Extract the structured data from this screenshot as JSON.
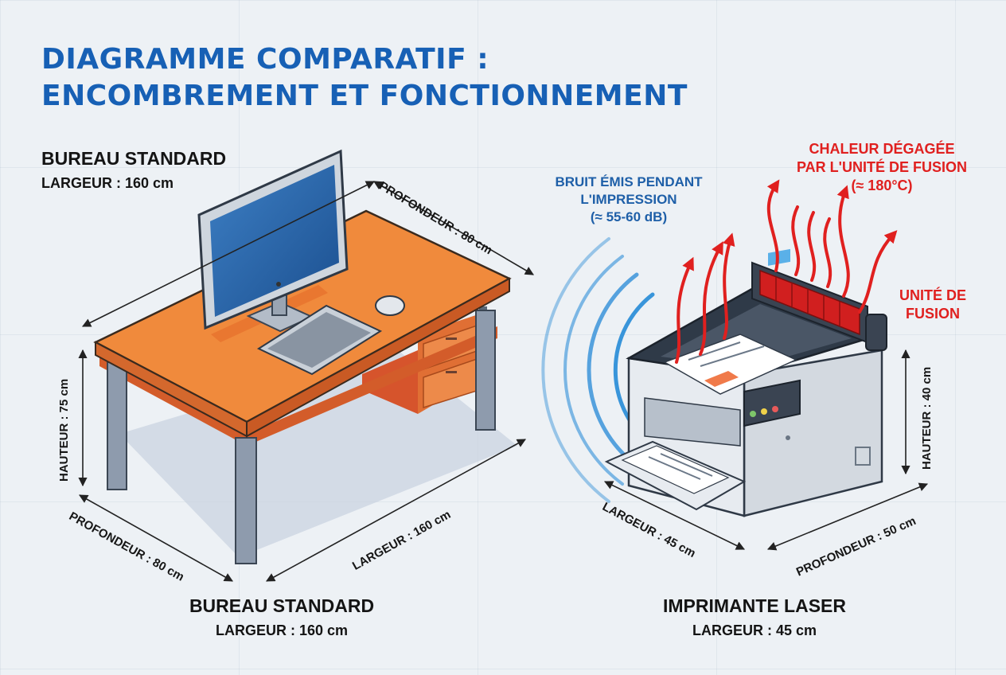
{
  "title": {
    "line1": "DIAGRAMME COMPARATIF :",
    "line2": "ENCOMBREMENT ET FONCTIONNEMENT"
  },
  "desk": {
    "top_name": "BUREAU STANDARD",
    "top_width": "LARGEUR : 160 cm",
    "bottom_name": "BUREAU STANDARD",
    "bottom_width": "LARGEUR : 160 cm",
    "dim_depth_top": "PROFONDEUR : 80 cm",
    "dim_height": "HAUTEUR : 75 cm",
    "dim_depth_bottom": "PROFONDEUR : 80 cm",
    "dim_width": "LARGEUR : 160 cm"
  },
  "printer": {
    "name": "IMPRIMANTE LASER",
    "width": "LARGEUR : 45 cm",
    "noise_line1": "BRUIT ÉMIS PENDANT",
    "noise_line2": "L'IMPRESSION",
    "noise_line3": "(≈ 55-60 dB)",
    "heat_line1": "CHALEUR DÉGAGÉE",
    "heat_line2": "PAR L'UNITÉ DE FUSION",
    "heat_line3": "(≈ 180°C)",
    "fuser_line1": "UNITÉ DE",
    "fuser_line2": "FUSION",
    "dim_height": "HAUTEUR : 40 cm",
    "dim_width": "LARGEUR : 45 cm",
    "dim_depth": "PROFONDEUR : 50 cm"
  },
  "colors": {
    "title": "#1760b5",
    "desk_top": "#f08a3c",
    "noise": "#1e5fa8",
    "heat": "#e0201f"
  }
}
